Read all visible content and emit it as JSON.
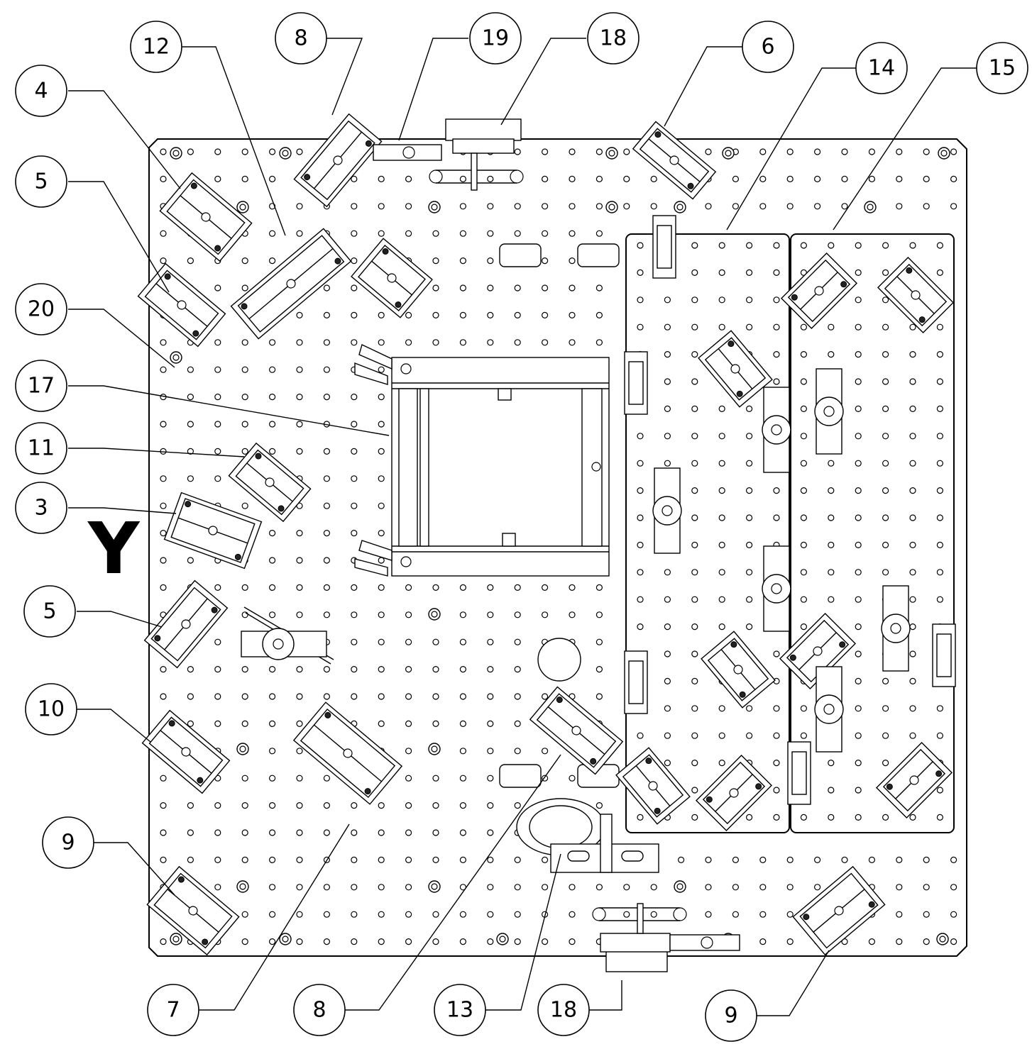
{
  "axis_label": "Y",
  "callouts": [
    {
      "id": "balloon-12",
      "label": "12"
    },
    {
      "id": "balloon-8-top",
      "label": "8"
    },
    {
      "id": "balloon-19",
      "label": "19"
    },
    {
      "id": "balloon-18-top",
      "label": "18"
    },
    {
      "id": "balloon-6",
      "label": "6"
    },
    {
      "id": "balloon-14",
      "label": "14"
    },
    {
      "id": "balloon-15",
      "label": "15"
    },
    {
      "id": "balloon-4",
      "label": "4"
    },
    {
      "id": "balloon-5-top",
      "label": "5"
    },
    {
      "id": "balloon-20",
      "label": "20"
    },
    {
      "id": "balloon-17",
      "label": "17"
    },
    {
      "id": "balloon-11",
      "label": "11"
    },
    {
      "id": "balloon-3",
      "label": "3"
    },
    {
      "id": "balloon-5-mid",
      "label": "5"
    },
    {
      "id": "balloon-10",
      "label": "10"
    },
    {
      "id": "balloon-9-left",
      "label": "9"
    },
    {
      "id": "balloon-7",
      "label": "7"
    },
    {
      "id": "balloon-8-bottom",
      "label": "8"
    },
    {
      "id": "balloon-13",
      "label": "13"
    },
    {
      "id": "balloon-18-bottom",
      "label": "18"
    },
    {
      "id": "balloon-9-right",
      "label": "9"
    }
  ]
}
